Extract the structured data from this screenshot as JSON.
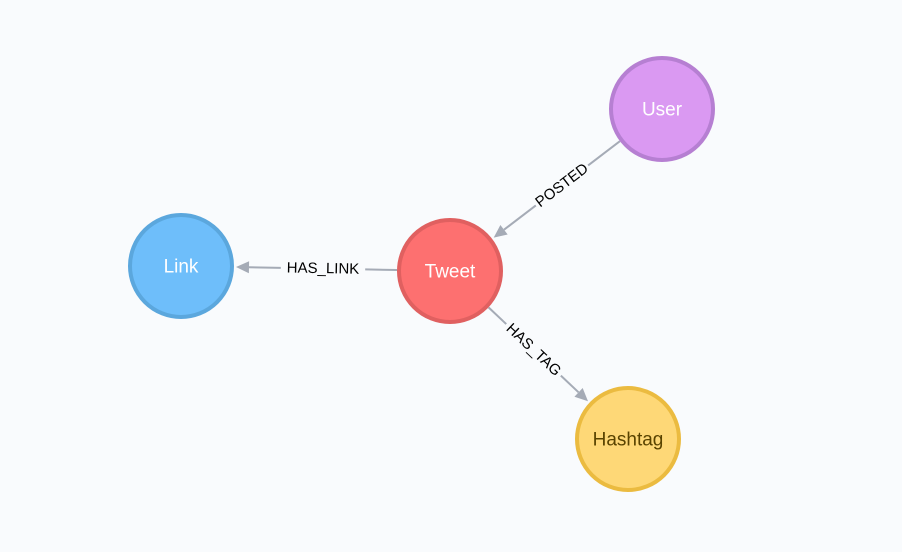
{
  "graph": {
    "nodes": [
      {
        "id": "user",
        "label": "User",
        "fill": "#da99f2",
        "stroke": "#b67fd2",
        "text_color": "#ffffff"
      },
      {
        "id": "tweet",
        "label": "Tweet",
        "fill": "#fd7070",
        "stroke": "#e06060",
        "text_color": "#ffffff"
      },
      {
        "id": "link",
        "label": "Link",
        "fill": "#6ebefa",
        "stroke": "#5ba7dd",
        "text_color": "#ffffff"
      },
      {
        "id": "hashtag",
        "label": "Hashtag",
        "fill": "#fed877",
        "stroke": "#ebbb40",
        "text_color": "#594300"
      }
    ],
    "edges": [
      {
        "id": "posted",
        "from": "user",
        "to": "tweet",
        "label": "POSTED"
      },
      {
        "id": "has_link",
        "from": "tweet",
        "to": "link",
        "label": "HAS_LINK"
      },
      {
        "id": "has_tag",
        "from": "tweet",
        "to": "hashtag",
        "label": "HAS_TAG"
      }
    ],
    "edge_color": "#a5abb6",
    "background": "#f9fbfd"
  }
}
